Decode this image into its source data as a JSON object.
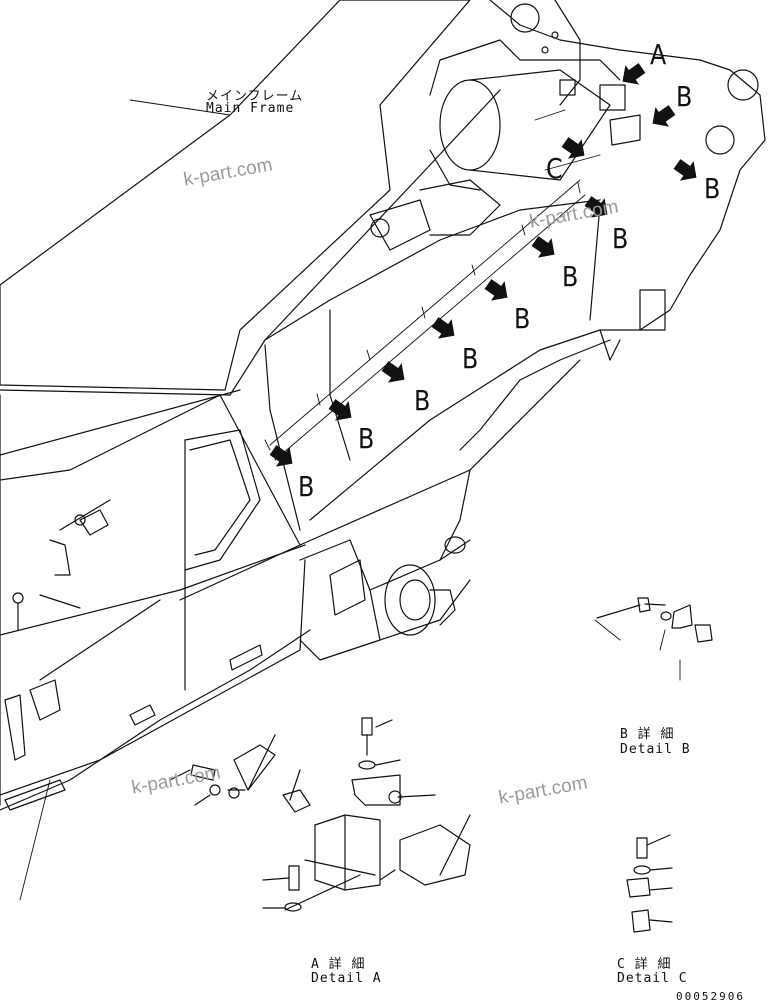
{
  "main_frame": {
    "jp": "メインフレーム",
    "en": "Main Frame"
  },
  "callouts": {
    "a": "A",
    "b": "B",
    "c": "C"
  },
  "details": {
    "a": {
      "jp": "A 詳 細",
      "en": "Detail A"
    },
    "b": {
      "jp": "B 詳 細",
      "en": "Detail B"
    },
    "c": {
      "jp": "C 詳 細",
      "en": "Detail C"
    }
  },
  "watermark": "k-part.com",
  "drawing_number": "00052906"
}
